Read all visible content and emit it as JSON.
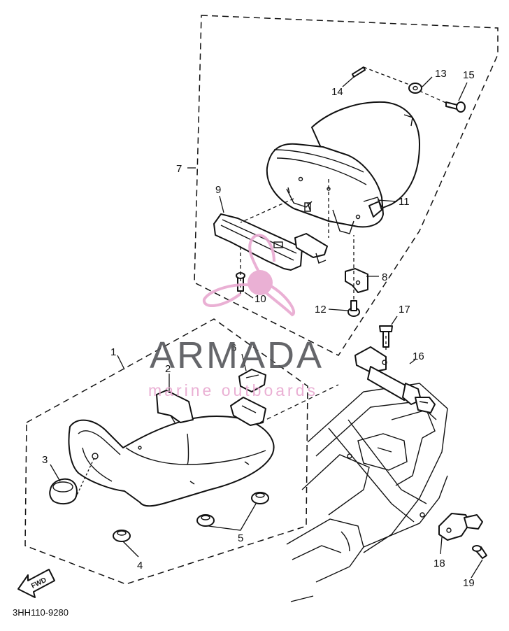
{
  "diagram": {
    "reference_code": "3HH110-9280",
    "fwd_label": "FWD",
    "callouts": [
      "1",
      "2",
      "3",
      "4",
      "5",
      "6",
      "7",
      "8",
      "9",
      "10",
      "11",
      "12",
      "13",
      "14",
      "15",
      "16",
      "17",
      "18",
      "19"
    ]
  },
  "watermark": {
    "brand": "ARMADA",
    "tagline": "marine outboards",
    "color_dark": "#55565a",
    "color_pink": "#e8a8d0"
  }
}
